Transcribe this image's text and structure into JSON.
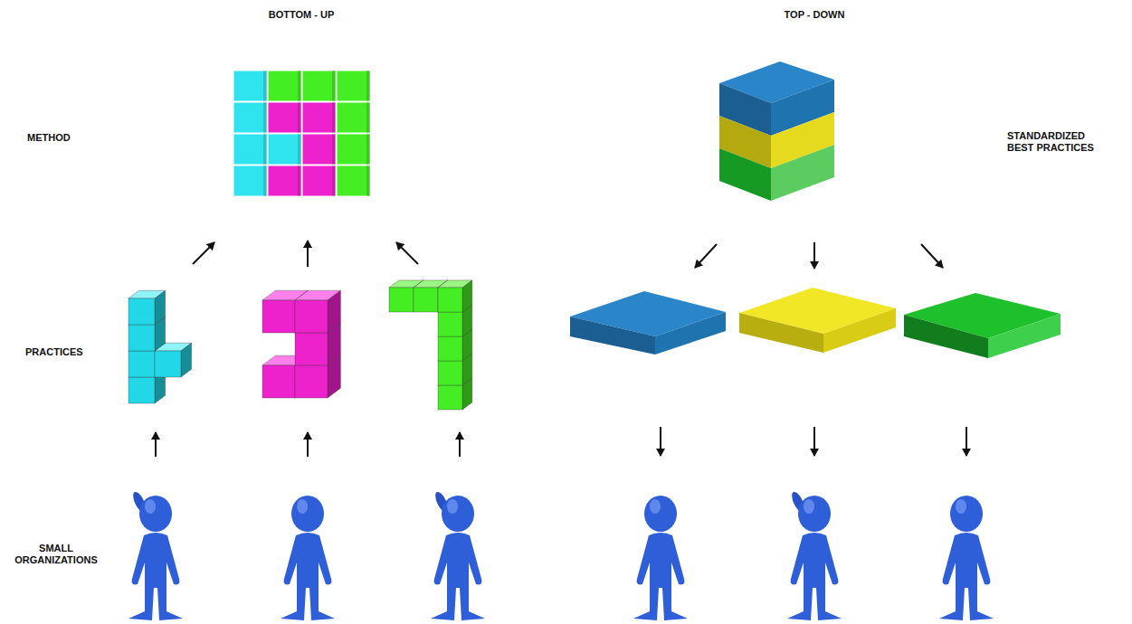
{
  "diagram": {
    "labels": [
      "BOTTOM - UP",
      "TOP - DOWN",
      "METHOD",
      "STANDARDIZED BEST PRACTICES",
      "PRACTICES",
      "SMALL ORGANIZATIONS"
    ]
  }
}
